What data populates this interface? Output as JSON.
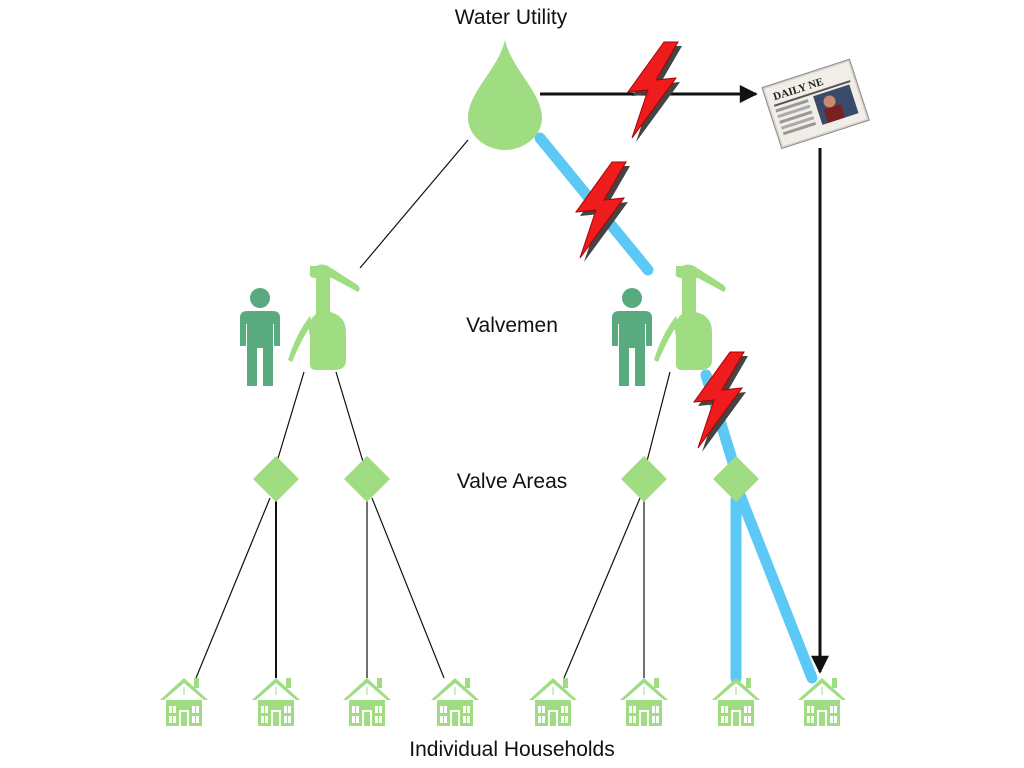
{
  "labels": {
    "water_utility": "Water Utility",
    "valvemen": "Valvemen",
    "valve_areas": "Valve Areas",
    "households": "Individual Households",
    "newspaper_masthead": "DAILY NE"
  },
  "colors": {
    "green": "#9fdc82",
    "person_green": "#5aaa80",
    "pipe_blue": "#5bc8f5",
    "lightning_red": "#ee1c1c",
    "line_black": "#111111"
  },
  "icons": {
    "utility": "water-drop-icon",
    "valveman": "person-icon",
    "pump": "hand-pump-icon",
    "valve_area": "diamond-icon",
    "household": "house-icon",
    "media": "newspaper-icon",
    "disruption": "lightning-bolt-icon"
  }
}
